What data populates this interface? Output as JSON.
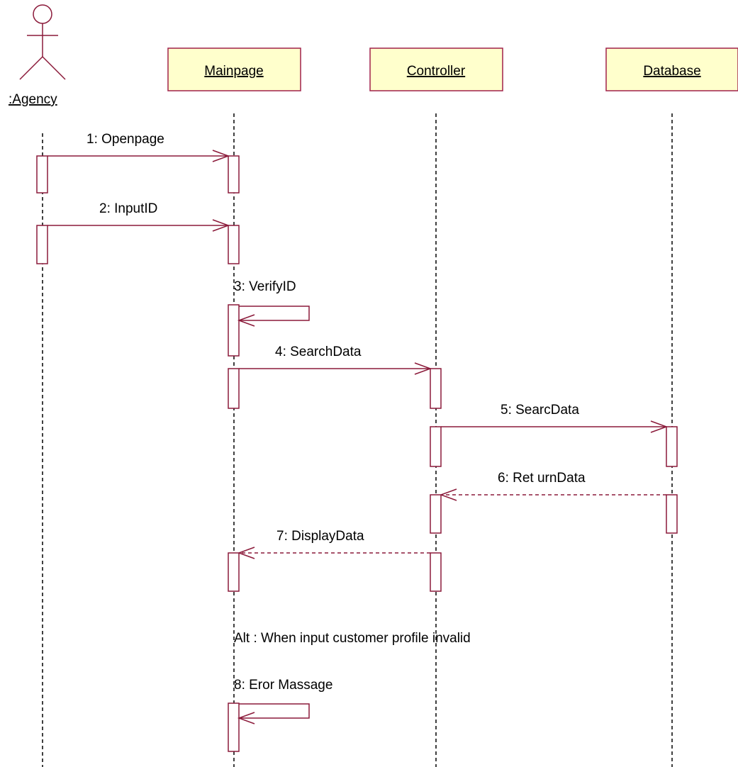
{
  "diagram": {
    "actor": {
      "label": ":Agency",
      "icon": "stick-figure-actor-icon"
    },
    "objects": [
      {
        "id": "mainpage",
        "label": "Mainpage"
      },
      {
        "id": "controller",
        "label": "Controller"
      },
      {
        "id": "database",
        "label": "Database"
      }
    ],
    "messages": [
      {
        "num": 1,
        "label": "1: Openpage",
        "from": "agency",
        "to": "mainpage",
        "style": "sync"
      },
      {
        "num": 2,
        "label": "2: InputID",
        "from": "agency",
        "to": "mainpage",
        "style": "sync"
      },
      {
        "num": 3,
        "label": "3: VerifyID",
        "from": "mainpage",
        "to": "mainpage",
        "style": "self"
      },
      {
        "num": 4,
        "label": "4: SearchData",
        "from": "mainpage",
        "to": "controller",
        "style": "sync"
      },
      {
        "num": 5,
        "label": "5: SearcData",
        "from": "controller",
        "to": "database",
        "style": "sync"
      },
      {
        "num": 6,
        "label": "6: Ret urnData",
        "from": "database",
        "to": "controller",
        "style": "return"
      },
      {
        "num": 7,
        "label": "7: DisplayData",
        "from": "controller",
        "to": "mainpage",
        "style": "return"
      },
      {
        "num": 8,
        "label": "8: Eror Massage",
        "from": "mainpage",
        "to": "mainpage",
        "style": "self"
      }
    ],
    "alt_note": "Alt : When input customer profile invalid"
  },
  "colors": {
    "line": "#8b1a3a",
    "object_fill": "#ffffcc",
    "object_border": "#a0204a",
    "lifeline": "#000000",
    "text": "#000000"
  }
}
